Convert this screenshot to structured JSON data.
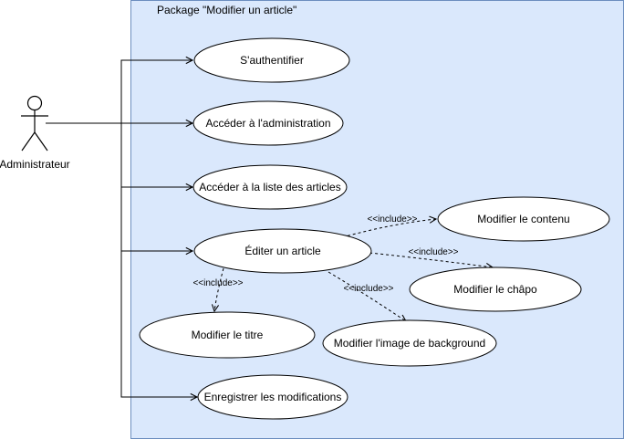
{
  "package": {
    "title": "Package \"Modifier un article\""
  },
  "actor": {
    "name": "Administrateur"
  },
  "use_cases": [
    {
      "id": "authenticate",
      "label": "S'authentifier"
    },
    {
      "id": "admin",
      "label": "Accéder à l'administration"
    },
    {
      "id": "article_list",
      "label": "Accéder à la liste des articles"
    },
    {
      "id": "edit_article",
      "label": "Éditer un article"
    },
    {
      "id": "edit_content",
      "label": "Modifier le contenu"
    },
    {
      "id": "edit_chapo",
      "label": "Modifier le châpo"
    },
    {
      "id": "edit_title",
      "label": "Modifier le titre"
    },
    {
      "id": "edit_background",
      "label": "Modifier l'image de background"
    },
    {
      "id": "save",
      "label": "Enregistrer les modifications"
    }
  ],
  "include_relations": [
    {
      "from": "edit_article",
      "to": "edit_content",
      "label": "<<include>>"
    },
    {
      "from": "edit_article",
      "to": "edit_chapo",
      "label": "<<include>>"
    },
    {
      "from": "edit_article",
      "to": "edit_title",
      "label": "<<include>>"
    },
    {
      "from": "edit_article",
      "to": "edit_background",
      "label": "<<include>>"
    }
  ],
  "colors": {
    "package_fill": "#dae8fc",
    "package_stroke": "#6c8ebf",
    "line": "#000000"
  }
}
